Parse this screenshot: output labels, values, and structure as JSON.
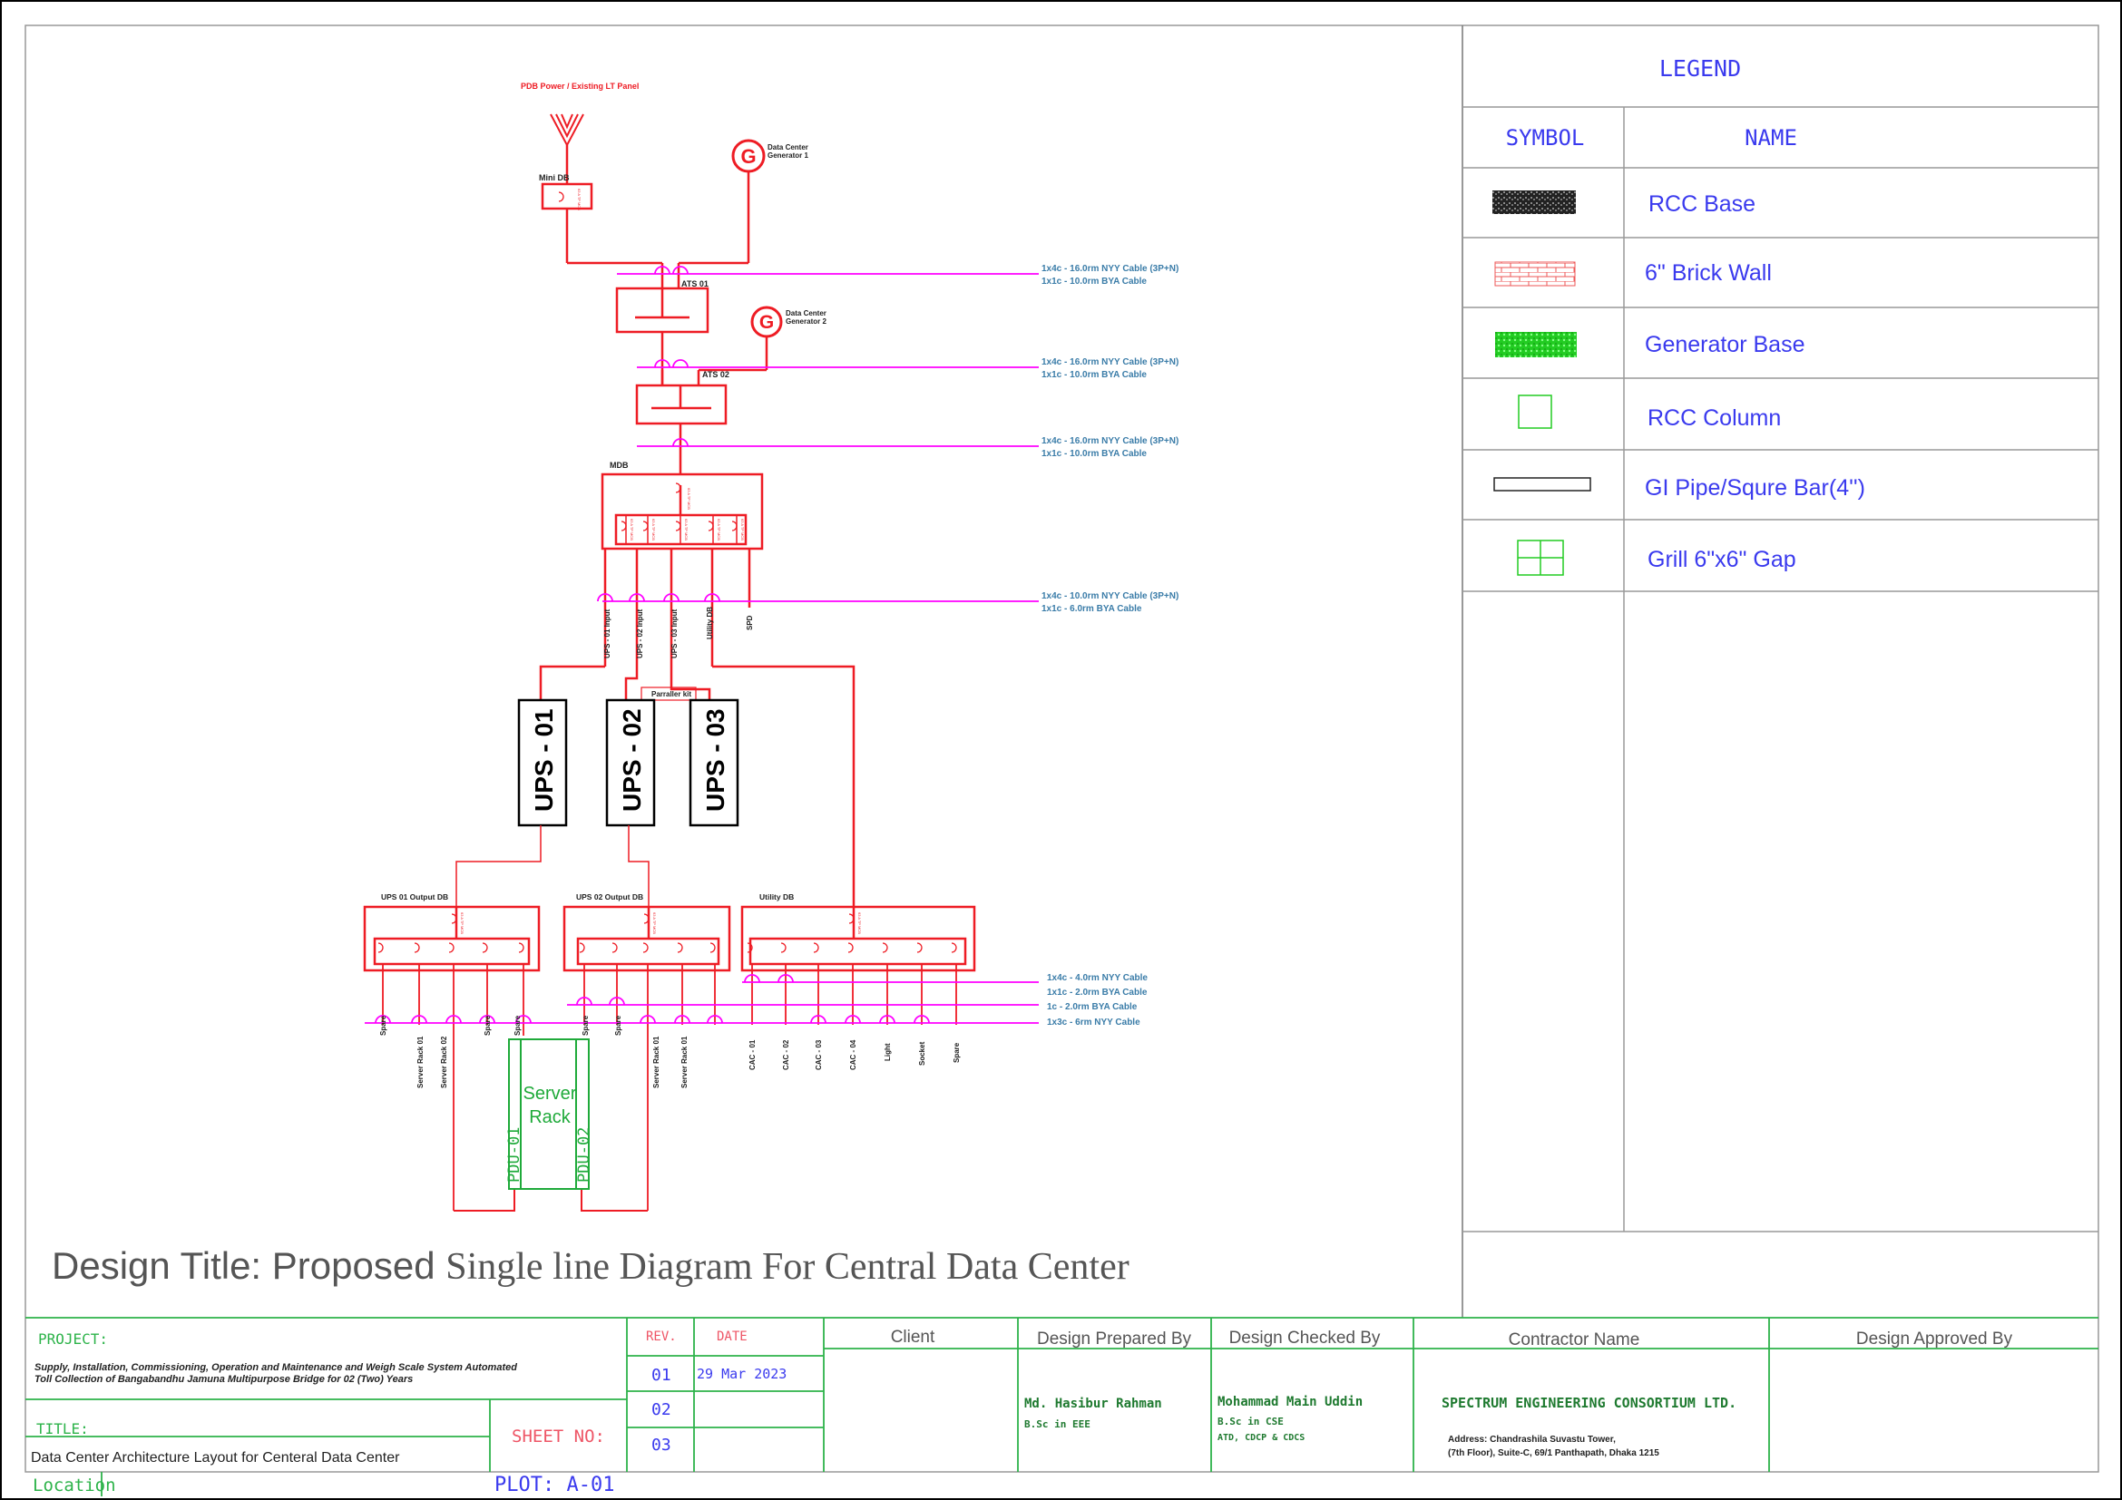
{
  "colors": {
    "power": "#ee1c24",
    "cable": "#ff00ff",
    "cable_text": "#3a7ca8",
    "legend": "#3a3aee",
    "frame": "#2db34a",
    "green_text": "#1faa3a",
    "title_text": "#555555"
  },
  "diagram": {
    "source_label": "PDB Power / Existing LT Panel",
    "mini_db": "Mini DB",
    "gen1": "Data Center Generator 1",
    "gen2": "Data Center Generator 2",
    "gen_symbol": "G",
    "ats1": "ATS 01",
    "ats2": "ATS 02",
    "mdb": "MDB",
    "breaker_text": "63 A TP MCB",
    "mdb_outputs": [
      "UPS - 01 Input",
      "UPS - 02 Input",
      "UPS - 03 Input",
      "Utility DB",
      "SPD"
    ],
    "paralleler": "Parraller kit",
    "ups": [
      "UPS - 01",
      "UPS - 02",
      "UPS - 03"
    ],
    "output_dbs": [
      "UPS 01 Output DB",
      "UPS 02 Output DB",
      "Utility DB"
    ],
    "cable_notes": [
      [
        "1x4c - 16.0rm NYY Cable (3P+N)",
        "1x1c - 10.0rm BYA Cable"
      ],
      [
        "1x4c - 16.0rm NYY Cable (3P+N)",
        "1x1c - 10.0rm BYA Cable"
      ],
      [
        "1x4c - 16.0rm NYY Cable (3P+N)",
        "1x1c - 10.0rm BYA Cable"
      ],
      [
        "1x4c - 10.0rm NYY Cable (3P+N)",
        "1x1c - 6.0rm BYA Cable"
      ]
    ],
    "bottom_cable_notes": [
      "1x4c - 4.0rm NYY Cable",
      "1x1c - 2.0rm BYA Cable",
      "1c - 2.0rm BYA Cable",
      "1x3c - 6rm NYY Cable"
    ],
    "circuits_db1": [
      "Spare",
      "Server Rack 01",
      "Server Rack 02",
      "Spare",
      "Spare"
    ],
    "circuits_db2": [
      "Spare",
      "Spare",
      "Server Rack 01",
      "Server Rack 01"
    ],
    "circuits_db3": [
      "CAC - 01",
      "CAC - 02",
      "CAC - 03",
      "CAC - 04",
      "Light",
      "Socket",
      "Spare"
    ],
    "server_rack": [
      "Server",
      "Rack"
    ],
    "pdu1": "PDU-01",
    "pdu2": "PDU-02"
  },
  "legend": {
    "title": "LEGEND",
    "symbol_header": "SYMBOL",
    "name_header": "NAME",
    "items": [
      {
        "name": "RCC  Base",
        "icon": "rcc-base-hatch"
      },
      {
        "name": "6\"  Brick  Wall",
        "icon": "brick-wall-hatch"
      },
      {
        "name": "Generator  Base",
        "icon": "generator-base-hatch"
      },
      {
        "name": "RCC  Column",
        "icon": "rcc-column-square"
      },
      {
        "name": "GI  Pipe/Squre  Bar(4'')",
        "icon": "gi-pipe-rect"
      },
      {
        "name": "Grill  6\"x6\"  Gap",
        "icon": "grill-grid"
      }
    ]
  },
  "design_title": {
    "prefix": "Design Title: Proposed ",
    "main": "Single line Diagram For Central Data Center"
  },
  "title_block": {
    "project_label": "PROJECT:",
    "project_text_1": "Supply, Installation, Commissioning, Operation and Maintenance and Weigh Scale System Automated",
    "project_text_2": "Toll Collection of Bangabandhu Jamuna Multipurpose Bridge for 02 (Two) Years",
    "title_label": "TITLE:",
    "title_text": "Data Center Architecture Layout for Centeral Data Center",
    "location_label": "Location",
    "sheet_label": "SHEET  NO:",
    "plot_label": "PLOT:  A-01",
    "rev_label": "REV.",
    "date_label": "DATE",
    "revs": [
      "01",
      "02",
      "03"
    ],
    "rev_dates": [
      "29  Mar  2023",
      "",
      ""
    ],
    "client_label": "Client",
    "prepared_label": "Design Prepared By",
    "prepared_name": "Md.  Hasibur  Rahman",
    "prepared_degree": "B.Sc  in  EEE",
    "checked_label": "Design Checked By",
    "checked_name": "Mohammad  Main  Uddin",
    "checked_degree": "B.Sc  in  CSE",
    "checked_certs": "ATD,  CDCP  &  CDCS",
    "contractor_label": "Contractor Name",
    "contractor_name": "SPECTRUM  ENGINEERING  CONSORTIUM  LTD.",
    "contractor_addr_1": "Address:  Chandrashila  Suvastu  Tower,",
    "contractor_addr_2": "(7th  Floor),  Suite-C,  69/1  Panthapath,  Dhaka  1215",
    "approved_label": "Design Approved By"
  }
}
